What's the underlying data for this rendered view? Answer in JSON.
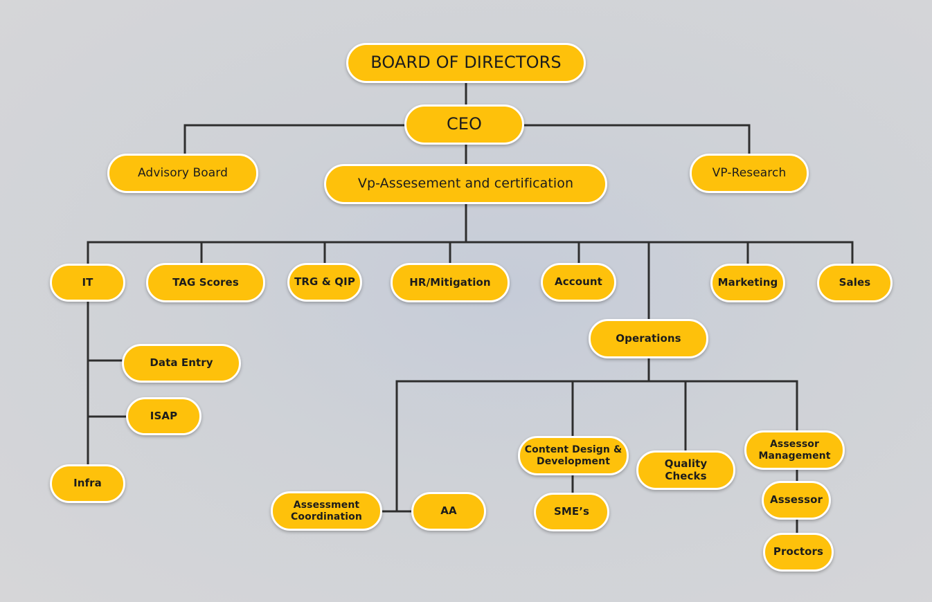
{
  "nodes": {
    "board": "BOARD OF DIRECTORS",
    "ceo": "CEO",
    "advisory": "Advisory Board",
    "vp_assessment": "Vp-Assesement and certification",
    "vp_research": "VP-Research",
    "it": "IT",
    "tag_scores": "TAG Scores",
    "trg_qip": "TRG & QIP",
    "hr_mitigation": "HR/Mitigation",
    "account": "Account",
    "marketing": "Marketing",
    "sales": "Sales",
    "data_entry": "Data Entry",
    "isap": "ISAP",
    "infra": "Infra",
    "operations": "Operations",
    "assessment_coordination": "Assessment Coordination",
    "aa": "AA",
    "content_design": "Content Design & Development",
    "smes": "SME’s",
    "quality_checks": "Quality Checks",
    "assessor_management": "Assessor Management",
    "assessor": "Assessor",
    "proctors": "Proctors"
  },
  "colors": {
    "node_fill": "#fec10b",
    "node_border": "#ffffff",
    "connector": "#2e2e2e",
    "background": "#d3d5d9"
  }
}
